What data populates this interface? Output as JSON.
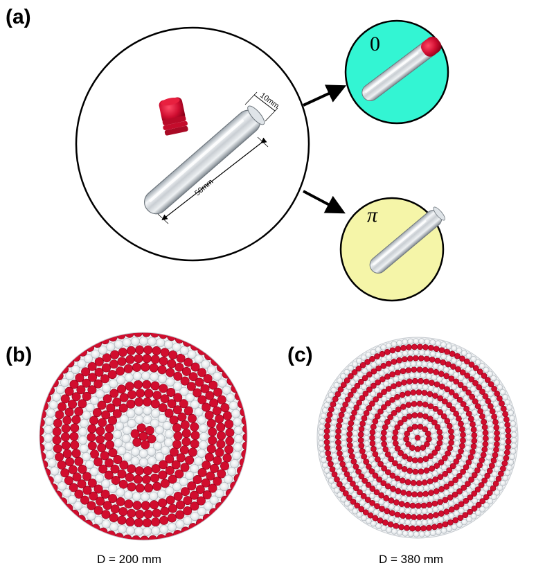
{
  "panels": {
    "a": {
      "label": "(a)"
    },
    "b": {
      "label": "(b)",
      "caption": "D = 200 mm"
    },
    "c": {
      "label": "(c)",
      "caption": "D = 380 mm"
    }
  },
  "tube": {
    "diameter_label": "10mm",
    "length_label": "50mm"
  },
  "states": {
    "zero": {
      "symbol": "0",
      "color": "#33f5d3"
    },
    "pi": {
      "symbol": "π",
      "color": "#f5f5a8"
    }
  },
  "colors": {
    "cap_red": "#d10d2e",
    "tube_clear": "#e4e8ec"
  },
  "patterns": {
    "b": {
      "rings": [
        [
          0,
          1
        ],
        [
          0.55,
          0
        ],
        [
          0.95,
          0
        ],
        [
          1.35,
          1
        ],
        [
          1.75,
          1
        ],
        [
          2.15,
          1
        ],
        [
          2.55,
          0
        ],
        [
          2.95,
          1
        ],
        [
          3.35,
          1
        ],
        [
          3.75,
          0
        ],
        [
          4.15,
          1
        ],
        [
          4.55,
          1
        ]
      ]
    },
    "c": {
      "rings_outer": 15
    }
  }
}
